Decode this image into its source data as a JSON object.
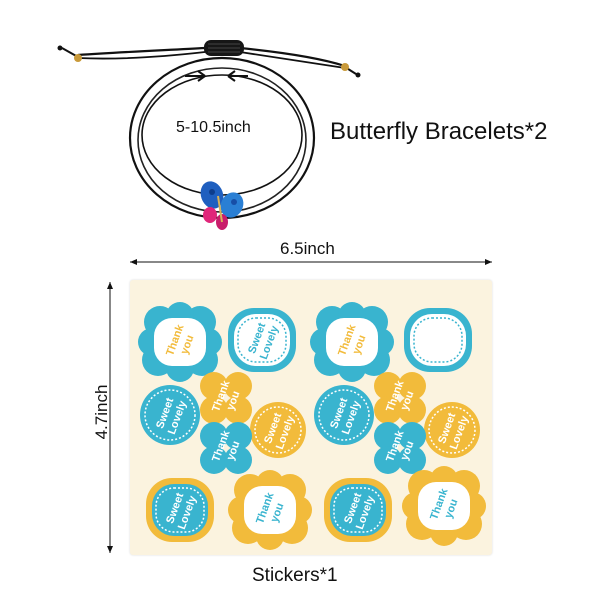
{
  "bracelet": {
    "title": "Butterfly Bracelets*2",
    "size_label": "5-10.5inch"
  },
  "dimensions": {
    "width_label": "6.5inch",
    "height_label": "4.7inch"
  },
  "stickers": {
    "label": "Stickers*1",
    "thank_you_line1": "Thank",
    "thank_you_line2": "you",
    "sweet_line1": "Sweet",
    "sweet_line2": "Lovely"
  },
  "colors": {
    "blue": "#39b4cf",
    "yellow": "#f2bb3b",
    "sheet": "#fbf3df",
    "butterfly_blue": "#1f5fbf",
    "butterfly_pink": "#e0267a"
  }
}
